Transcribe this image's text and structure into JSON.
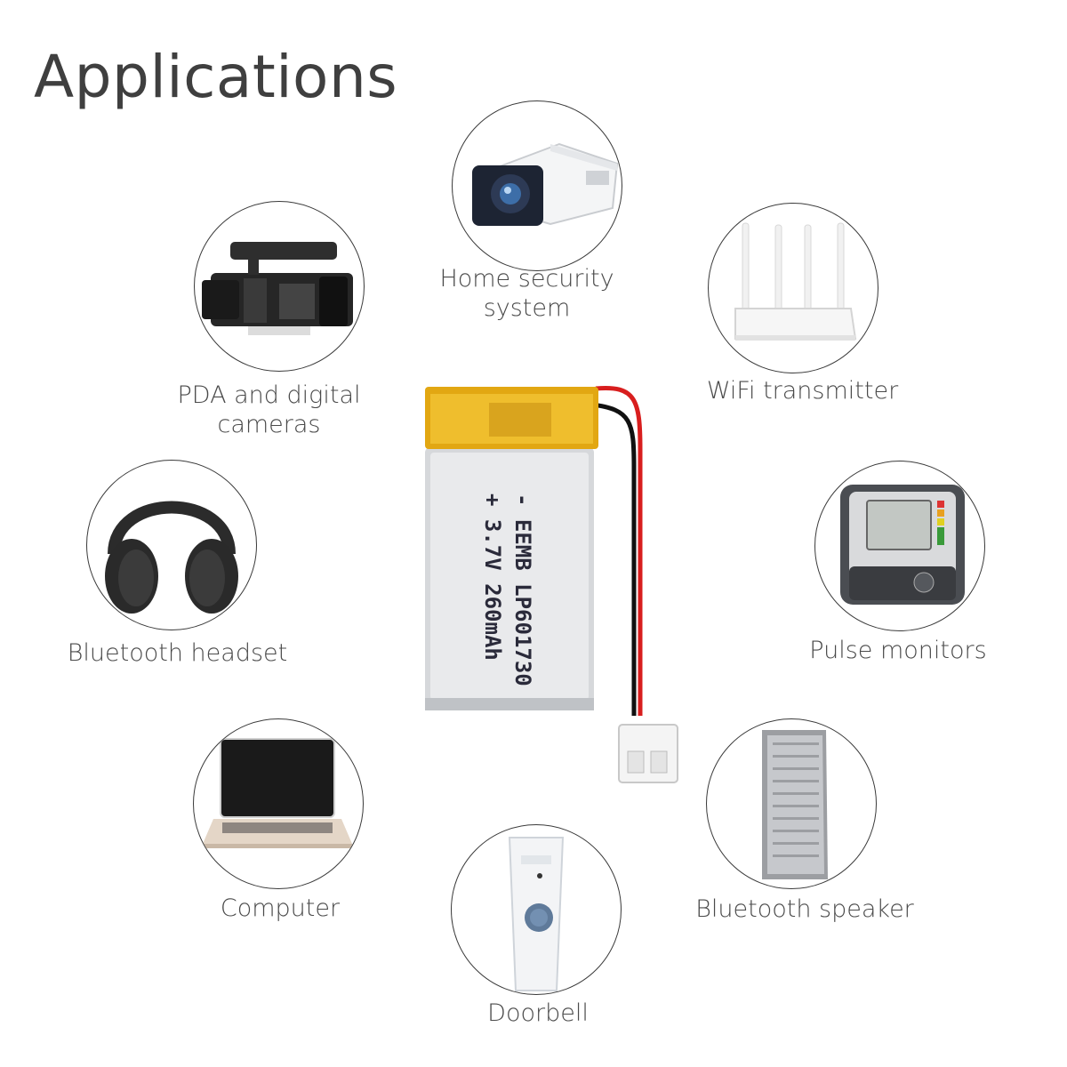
{
  "title": "Applications",
  "battery": {
    "line1": "- EEMB LP601730",
    "line2": "+ 3.7V 260mAh"
  },
  "applications": [
    {
      "id": "security",
      "label_lines": [
        "Home security",
        "system"
      ]
    },
    {
      "id": "camera",
      "label_lines": [
        "PDA and digital",
        "cameras"
      ]
    },
    {
      "id": "wifi",
      "label_lines": [
        "WiFi transmitter"
      ]
    },
    {
      "id": "headset",
      "label_lines": [
        "Bluetooth headset"
      ]
    },
    {
      "id": "pulse",
      "label_lines": [
        "Pulse monitors"
      ]
    },
    {
      "id": "computer",
      "label_lines": [
        "Computer"
      ]
    },
    {
      "id": "speaker",
      "label_lines": [
        "Bluetooth speaker"
      ]
    },
    {
      "id": "doorbell",
      "label_lines": [
        "Doorbell"
      ]
    }
  ]
}
